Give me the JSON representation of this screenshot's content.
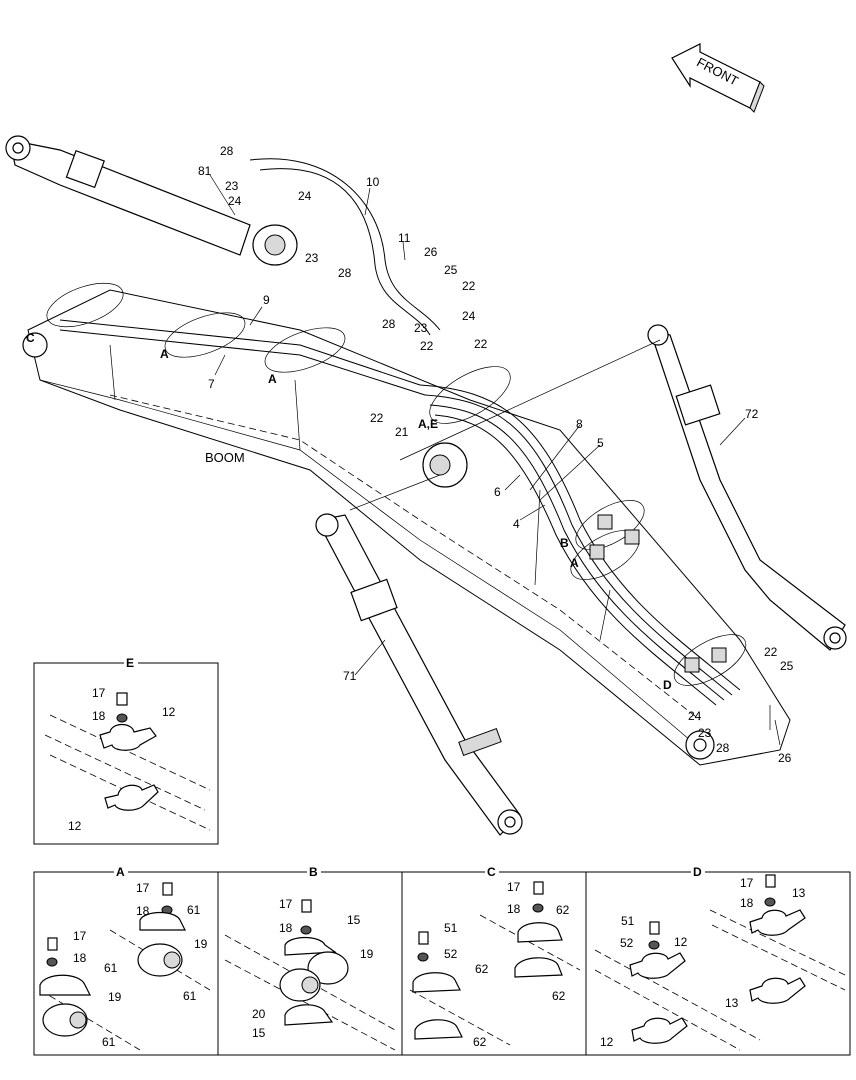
{
  "front_label": "FRONT",
  "boom_label": "BOOM",
  "callouts": {
    "c81": "81",
    "c28a": "28",
    "c23a": "23",
    "c24a": "24",
    "c24b": "24",
    "c23b": "23",
    "c28b": "28",
    "c10": "10",
    "c11": "11",
    "c26a": "26",
    "c25a": "25",
    "c22a": "22",
    "c28c": "28",
    "c23c": "23",
    "c24c": "24",
    "c22b": "22",
    "c22c": "22",
    "c22d": "22",
    "c21": "21",
    "cAE": "A,E",
    "c9": "9",
    "c7": "7",
    "cA1": "A",
    "cA2": "A",
    "cC": "C",
    "c8": "8",
    "c5": "5",
    "c6": "6",
    "c4": "4",
    "cB": "B",
    "cA3": "A",
    "c72": "72",
    "c71": "71",
    "cD": "D",
    "c22e": "22",
    "c25b": "25",
    "c24d": "24",
    "c23d": "23",
    "c28d": "28",
    "c26b": "26"
  },
  "detail_e": {
    "title": "E",
    "labels": {
      "l17": "17",
      "l18": "18",
      "l12a": "12",
      "l12b": "12"
    }
  },
  "detail_a": {
    "title": "A",
    "labels": {
      "l17a": "17",
      "l18a": "18",
      "l61a": "61",
      "l19a": "19",
      "l61b": "61",
      "l17b": "17",
      "l18b": "18",
      "l61c": "61",
      "l19b": "19",
      "l61d": "61"
    }
  },
  "detail_b": {
    "title": "B",
    "labels": {
      "l17": "17",
      "l18": "18",
      "l15a": "15",
      "l19": "19",
      "l20": "20",
      "l15b": "15"
    }
  },
  "detail_c": {
    "title": "C",
    "labels": {
      "l17": "17",
      "l18": "18",
      "l62a": "62",
      "l51": "51",
      "l52": "52",
      "l62b": "62",
      "l62c": "62",
      "l62d": "62"
    }
  },
  "detail_d": {
    "title": "D",
    "labels": {
      "l17": "17",
      "l18": "18",
      "l13a": "13",
      "l51": "51",
      "l52": "52",
      "l12a": "12",
      "l13b": "13",
      "l12b": "12"
    }
  }
}
